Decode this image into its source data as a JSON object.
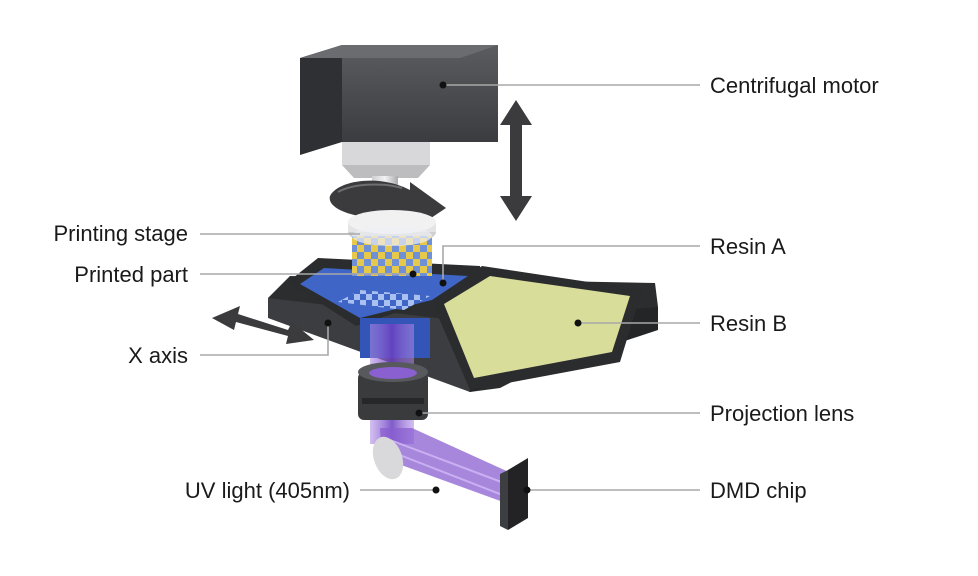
{
  "diagram": {
    "labels": {
      "centrifugal_motor": "Centrifugal motor",
      "printing_stage": "Printing stage",
      "printed_part": "Printed part",
      "resin_a": "Resin A",
      "resin_b": "Resin B",
      "x_axis": "X axis",
      "projection_lens": "Projection lens",
      "uv_light": "UV light (405nm)",
      "dmd_chip": "DMD chip"
    },
    "colors": {
      "housing": "#4a4b4e",
      "tray": "#3a3b3d",
      "resin_a": "#3f66c6",
      "resin_b": "#d9dd9a",
      "part_yellow": "#e6c94a",
      "part_blue": "#6f8fd6",
      "uv_beam": "#8a5fd0",
      "leader": "#a8a8a8"
    }
  }
}
